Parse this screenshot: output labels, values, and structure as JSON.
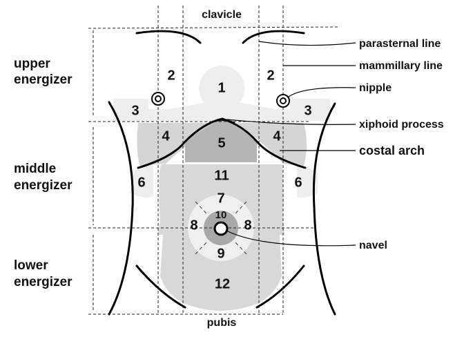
{
  "labels": {
    "clavicle": "clavicle",
    "pubis": "pubis",
    "upper": [
      "upper",
      "energizer"
    ],
    "middle": [
      "middle",
      "energizer"
    ],
    "lower": [
      "lower",
      "energizer"
    ],
    "parasternal": "parasternal line",
    "mammillary": "mammillary line",
    "nipple": "nipple",
    "xiphoid": "xiphoid process",
    "costal": "costal arch",
    "navel": "navel"
  },
  "regions": {
    "r1": "1",
    "r2": "2",
    "r3": "3",
    "r4": "4",
    "r5": "5",
    "r6": "6",
    "r7": "7",
    "r8": "8",
    "r9": "9",
    "r10": "10",
    "r11": "11",
    "r12": "12"
  },
  "colors": {
    "light": "#eeeeee",
    "mid": "#d7d7d7",
    "dark": "#b5b5b5",
    "line": "#000000"
  }
}
